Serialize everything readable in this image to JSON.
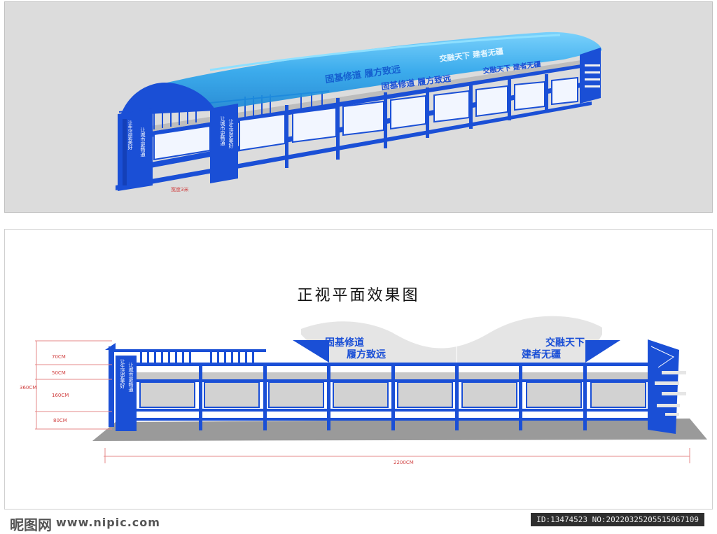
{
  "perspective": {
    "slogan_roof_1": "固基修道  履方致远",
    "slogan_roof_2": "交融天下  建者无疆",
    "slogan_front_1": "固基修道  履方致远",
    "slogan_front_2": "交融天下  建者无疆",
    "pillar_text_1": "让生活更美好",
    "pillar_text_2": "让城市更畅通",
    "pillar_text_3": "让城市更畅通",
    "pillar_text_4": "让生活更美好",
    "width_note": "宽度3米"
  },
  "elevation": {
    "title": "正视平面效果图",
    "wave_left_line1": "固基修道",
    "wave_left_line2": "履方致远",
    "wave_right_line1": "交融天下",
    "wave_right_line2": "建者无疆",
    "pillar_text_1": "让生活更美好",
    "pillar_text_2": "让城市更畅通",
    "dim_70": "70CM",
    "dim_50": "50CM",
    "dim_160": "160CM",
    "dim_80": "80CM",
    "dim_total_h": "360CM",
    "dim_total_w": "2200CM"
  },
  "footer": {
    "logo": "昵图网",
    "site": "www.nipic.com",
    "id": "ID:13474523 NO:20220325205515067109"
  },
  "colors": {
    "blue": "#1a4fd6",
    "roof_blue": "#29a8ee",
    "panel_gray": "#cfcfcf",
    "dim_red": "#d04040"
  }
}
